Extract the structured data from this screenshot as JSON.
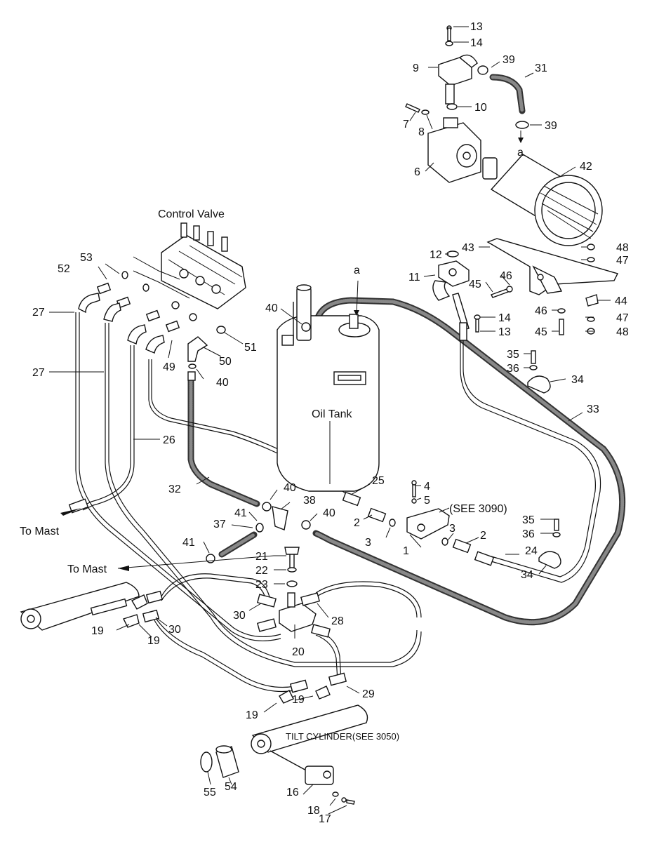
{
  "captions": {
    "control_valve": "Control Valve",
    "oil_tank": "Oil Tank",
    "to_mast_1": "To Mast",
    "to_mast_2": "To Mast",
    "see_3090": "(SEE 3090)",
    "tilt_cylinder": "TILT CYLINDER(SEE 3050)",
    "a_top": "a",
    "a_tank": "a"
  },
  "callouts": {
    "c13a": "13",
    "c14a": "14",
    "c9": "9",
    "c39a": "39",
    "c31": "31",
    "c10": "10",
    "c7": "7",
    "c8": "8",
    "c39b": "39",
    "c6": "6",
    "c42": "42",
    "c12": "12",
    "c43": "43",
    "c48a": "48",
    "c47a": "47",
    "c11": "11",
    "c46a": "46",
    "c45a": "45",
    "c44": "44",
    "c14b": "14",
    "c13b": "13",
    "c46b": "46",
    "c47b": "47",
    "c45b": "45",
    "c48b": "48",
    "c35a": "35",
    "c36a": "36",
    "c34a": "34",
    "c33": "33",
    "c53": "53",
    "c52": "52",
    "c27a": "27",
    "c27b": "27",
    "c26": "26",
    "c49": "49",
    "c50": "50",
    "c51": "51",
    "c40a": "40",
    "c40b": "40",
    "c40c": "40",
    "c40d": "40",
    "c32": "32",
    "c41a": "41",
    "c41b": "41",
    "c37": "37",
    "c38": "38",
    "c25": "25",
    "c4": "4",
    "c5": "5",
    "c2a": "2",
    "c3a": "3",
    "c1": "1",
    "c3b": "3",
    "c2b": "2",
    "c24": "24",
    "c35b": "35",
    "c36b": "36",
    "c34b": "34",
    "c21": "21",
    "c22": "22",
    "c23": "23",
    "c30a": "30",
    "c30b": "30",
    "c28": "28",
    "c20": "20",
    "c19a": "19",
    "c19b": "19",
    "c19c": "19",
    "c19d": "19",
    "c29": "29",
    "c55": "55",
    "c54": "54",
    "c16": "16",
    "c18": "18",
    "c17": "17"
  }
}
